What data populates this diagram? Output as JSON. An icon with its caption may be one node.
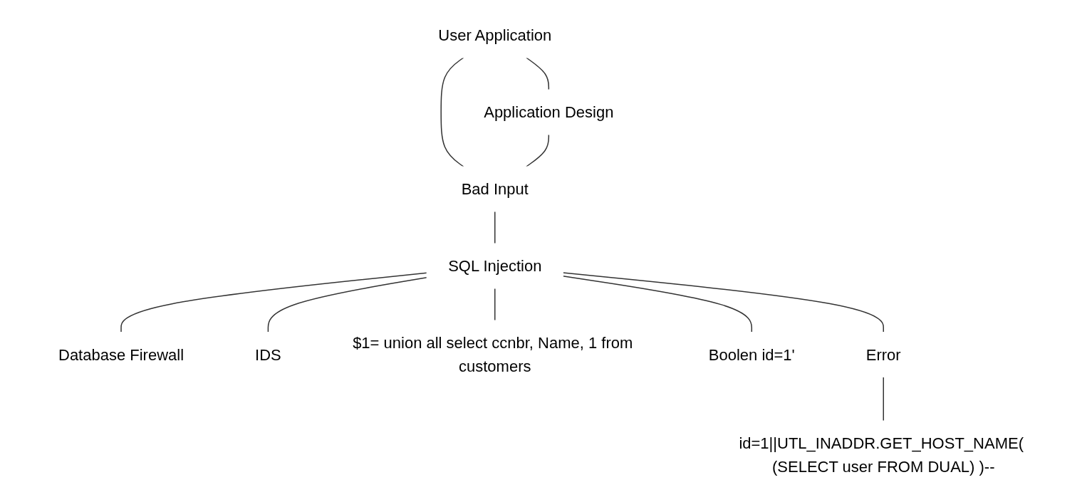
{
  "diagram": {
    "nodes": [
      {
        "text": [
          "User Application"
        ]
      },
      {
        "text": [
          "Application Design"
        ]
      },
      {
        "text": [
          "Bad Input"
        ]
      },
      {
        "text": [
          "Database Firewall"
        ]
      },
      {
        "text": [
          "SQL Injection"
        ]
      },
      {
        "text": [
          "IDS"
        ]
      },
      {
        "text": [
          "$1= union all select ccnbr, Name, 1 from customers"
        ]
      },
      {
        "text": [
          "Boolen id=1'"
        ]
      },
      {
        "text": [
          "Error"
        ]
      },
      {
        "text": [
          "id=1||UTL_INADDR.GET_HOST_NAME( (SELECT user FROM DUAL) )--"
        ]
      }
    ],
    "edges": [
      {
        "from": 0,
        "to": 1,
        "arrow": "none"
      },
      {
        "from": 0,
        "to": 2,
        "arrow": "none"
      },
      {
        "from": 1,
        "to": 2,
        "arrow": "none"
      },
      {
        "from": 2,
        "to": 4,
        "arrow": "none"
      },
      {
        "from": 4,
        "to": 3,
        "arrow": "none"
      },
      {
        "from": 4,
        "to": 5,
        "arrow": "none"
      },
      {
        "from": 4,
        "to": 6,
        "arrow": "none"
      },
      {
        "from": 4,
        "to": 7,
        "arrow": "none"
      },
      {
        "from": 4,
        "to": 8,
        "arrow": "none"
      },
      {
        "from": 8,
        "to": 9,
        "arrow": "none"
      }
    ]
  }
}
